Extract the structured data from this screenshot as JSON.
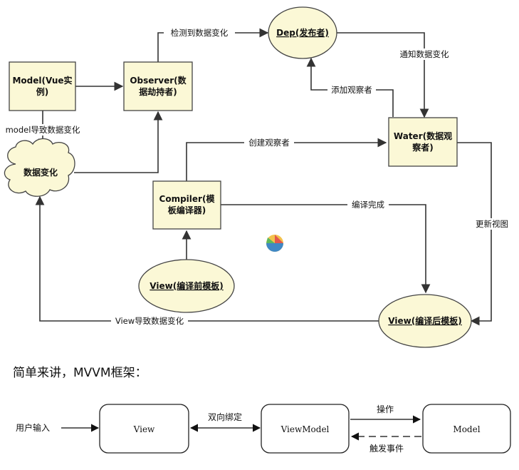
{
  "diagram": {
    "nodes": {
      "model": [
        "Model(Vue实",
        "例)"
      ],
      "observer": [
        "Observer(数",
        "据劫持者)"
      ],
      "dep": "Dep(发布者)",
      "water": [
        "Water(数据观",
        "察者)"
      ],
      "data_change": "数据变化",
      "compiler": [
        "Compiler(模",
        "板编译器)"
      ],
      "view_before": "View(编译前模板)",
      "view_after": "View(编译后模板)"
    },
    "edges": {
      "detect_change": "检测到数据变化",
      "notify_change": "通知数据变化",
      "add_watcher": "添加观察者",
      "model_causes_change": "model导致数据变化",
      "create_watcher": "创建观察者",
      "compile_done": "编译完成",
      "update_view": "更新视图",
      "view_causes_change": "View导致数据变化"
    }
  },
  "summary_text": "简单来讲，MVVM框架：",
  "mvvm": {
    "user_input": "用户输入",
    "view": "View",
    "viewmodel": "ViewModel",
    "model": "Model",
    "two_way_binding": "双向绑定",
    "operate": "操作",
    "trigger_event": "触发事件"
  }
}
